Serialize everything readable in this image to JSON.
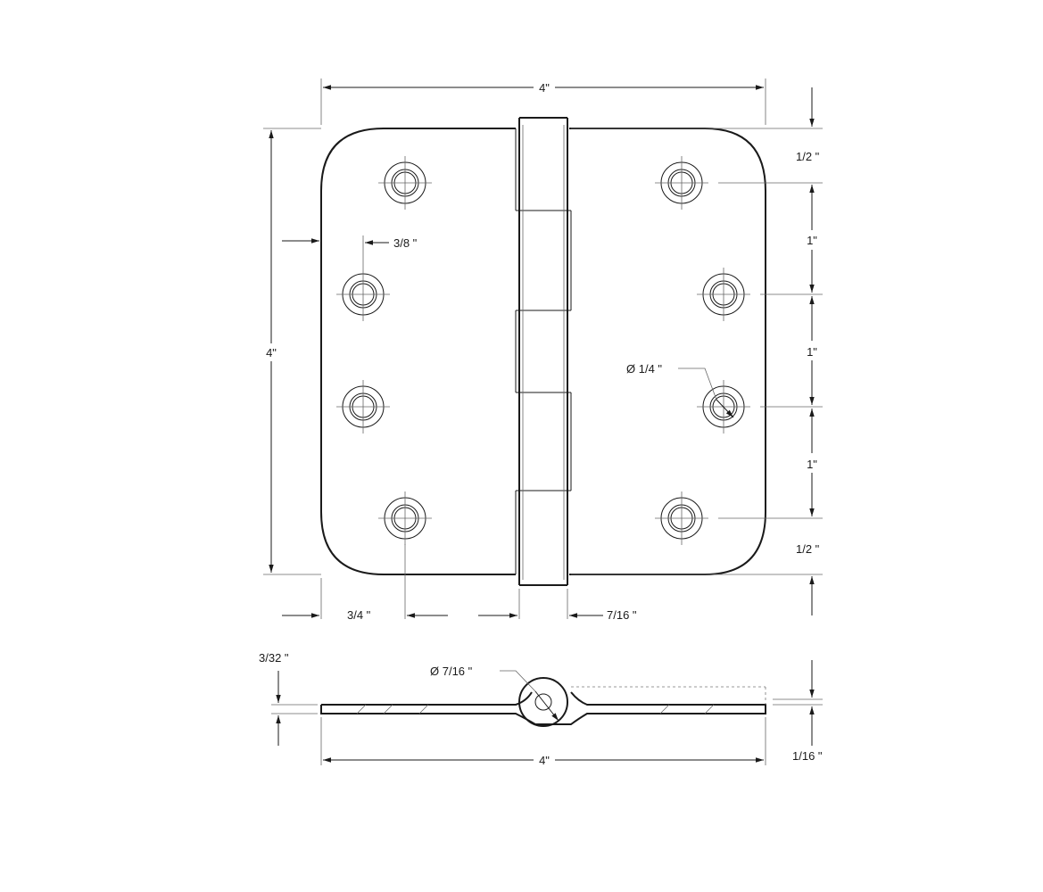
{
  "dimensions": {
    "top_width": "4\"",
    "left_height": "4\"",
    "top_margin": "1/2 \"",
    "spacing_1": "1\"",
    "spacing_2": "1\"",
    "spacing_3": "1\"",
    "bottom_margin": "1/2 \"",
    "hole_offset": "3/8 \"",
    "hole_diameter": "Ø 1/4 \"",
    "edge_to_hole": "3/4 \"",
    "knuckle_width": "7/16 \"",
    "leaf_thickness_top": "3/32 \"",
    "pin_diameter": "Ø 7/16 \"",
    "side_width": "4\"",
    "leaf_thickness": "1/16 \""
  }
}
